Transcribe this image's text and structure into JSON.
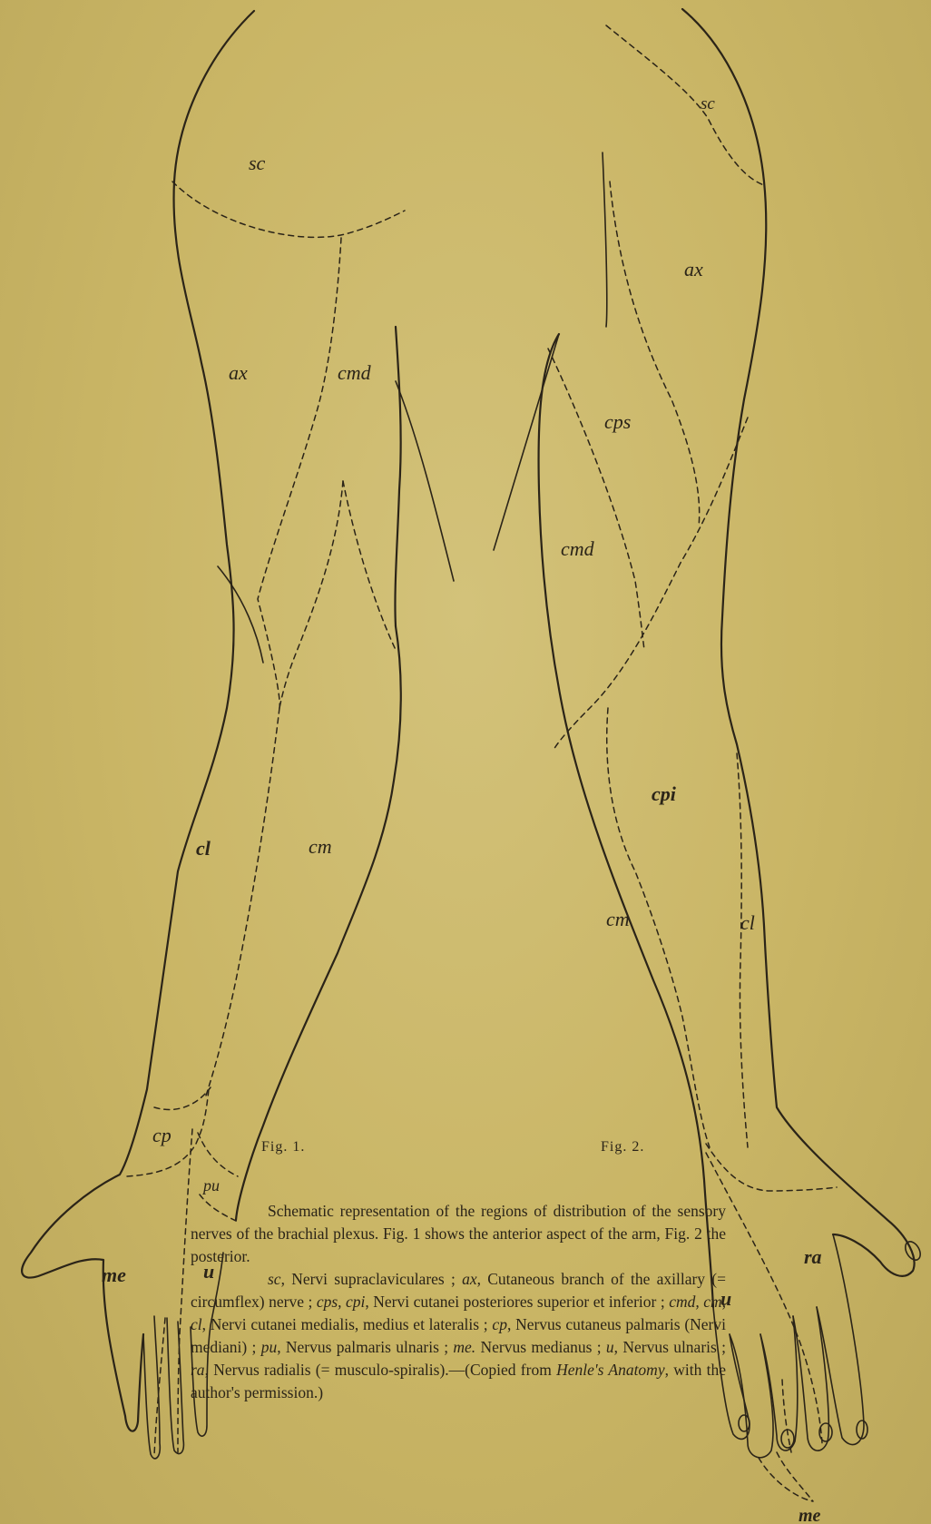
{
  "figures": {
    "fig1": {
      "caption": "Fig. 1.",
      "labels": {
        "sc": "sc",
        "ax": "ax",
        "cmd": "cmd",
        "cl": "cl",
        "cm": "cm",
        "cp": "cp",
        "pu": "pu",
        "me": "me",
        "u": "u"
      }
    },
    "fig2": {
      "caption": "Fig. 2.",
      "labels": {
        "sc": "sc",
        "ax": "ax",
        "cps": "cps",
        "cmd": "cmd",
        "cpi": "cpi",
        "cm": "cm",
        "cl": "cl",
        "ra": "ra",
        "u": "u",
        "me": "me"
      }
    }
  },
  "caption": {
    "line1": "Schematic representation of the regions of distribution of the sensory nerves of the brachial plexus. Fig. 1 shows the anterior aspect of the arm, Fig. 2 the posterior.",
    "legend": [
      {
        "abbr": "sc",
        "text": ", Nervi supraclaviculares ; "
      },
      {
        "abbr": "ax",
        "text": ", Cutaneous branch of the axillary (= circumflex) nerve ; "
      },
      {
        "abbr": "cps, cpi",
        "text": ", Nervi cutanei posteriores superior et inferior ; "
      },
      {
        "abbr": "cmd, cm, cl",
        "text": ", Nervi cutanei medialis, medius et lateralis ; "
      },
      {
        "abbr": "cp",
        "text": ", Nervus cutaneus palmaris (Nervi mediani) ; "
      },
      {
        "abbr": "pu",
        "text": ", Nervus palmaris ulnaris ; "
      },
      {
        "abbr": "me.",
        "text": " Nervus medianus ; "
      },
      {
        "abbr": "u",
        "text": ", Nervus ulnaris ; "
      },
      {
        "abbr": "ra",
        "text": ", Nervus radialis (= musculo-spiralis).—(Copied from "
      }
    ],
    "source_title": "Henle's Anatomy",
    "source_tail": ", with the author's permission.)"
  }
}
